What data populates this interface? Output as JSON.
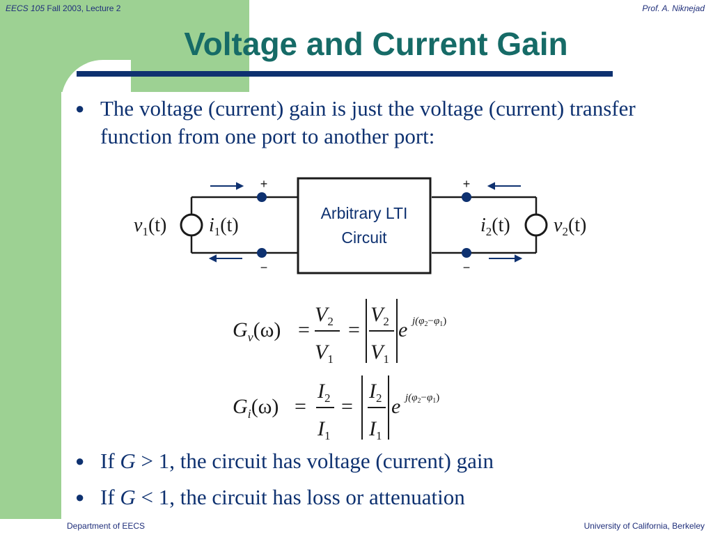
{
  "header": {
    "course": "EECS 105",
    "term": "Fall 2003, Lecture 2",
    "author": "Prof. A. Niknejad"
  },
  "title": "Voltage and Current Gain",
  "bullets": [
    {
      "text": "The voltage (current) gain is just the voltage (current) transfer function from one port to another port:"
    },
    {
      "prefix": "If ",
      "var": "G",
      "op": " > ",
      "rest": "1, the circuit has voltage (current) gain"
    },
    {
      "prefix": "If ",
      "var": "G",
      "op": " < ",
      "rest": "1, the circuit has loss or attenuation"
    }
  ],
  "circuit": {
    "box_line1": "Arbitrary LTI",
    "box_line2": "Circuit",
    "plus": "+",
    "minus": "−",
    "v1": "v",
    "v1_sub": "1",
    "i1": "i",
    "i1_sub": "1",
    "i2": "i",
    "i2_sub": "2",
    "v2": "v",
    "v2_sub": "2",
    "arg": "(t)"
  },
  "equations": {
    "gv_lhs": "G",
    "gv_sub": "v",
    "gi_lhs": "G",
    "gi_sub": "i",
    "omega": "(ω)",
    "eq": "=",
    "V": "V",
    "I": "I",
    "sub2": "2",
    "sub1": "1",
    "e": "e",
    "exp_j": "j(",
    "exp_phi": "φ",
    "exp_minus": "−",
    "exp_close": ")"
  },
  "footer": {
    "left": "Department of EECS",
    "right": "University of California, Berkeley"
  }
}
